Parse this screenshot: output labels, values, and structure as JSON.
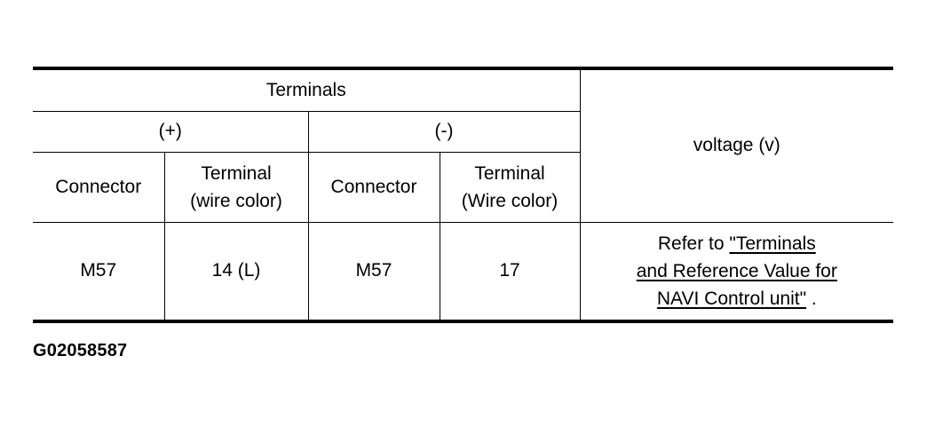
{
  "table": {
    "header": {
      "terminals": "Terminals",
      "positive": "(+)",
      "negative": "(-)",
      "voltage": "voltage (v)",
      "pos_connector": "Connector",
      "pos_terminal_line1": "Terminal",
      "pos_terminal_line2": "(wire color)",
      "neg_connector": "Connector",
      "neg_terminal_line1": "Terminal",
      "neg_terminal_line2": "(Wire color)"
    },
    "row": {
      "pos_connector": "M57",
      "pos_terminal": "14 (L)",
      "neg_connector": "M57",
      "neg_terminal": "17",
      "ref_prefix": "Refer to ",
      "ref_link_line1": "\"Terminals ",
      "ref_link_line2": "and Reference Value for ",
      "ref_link_line3": "NAVI Control unit\"",
      "ref_suffix": " ."
    }
  },
  "figure_id": "G02058587"
}
